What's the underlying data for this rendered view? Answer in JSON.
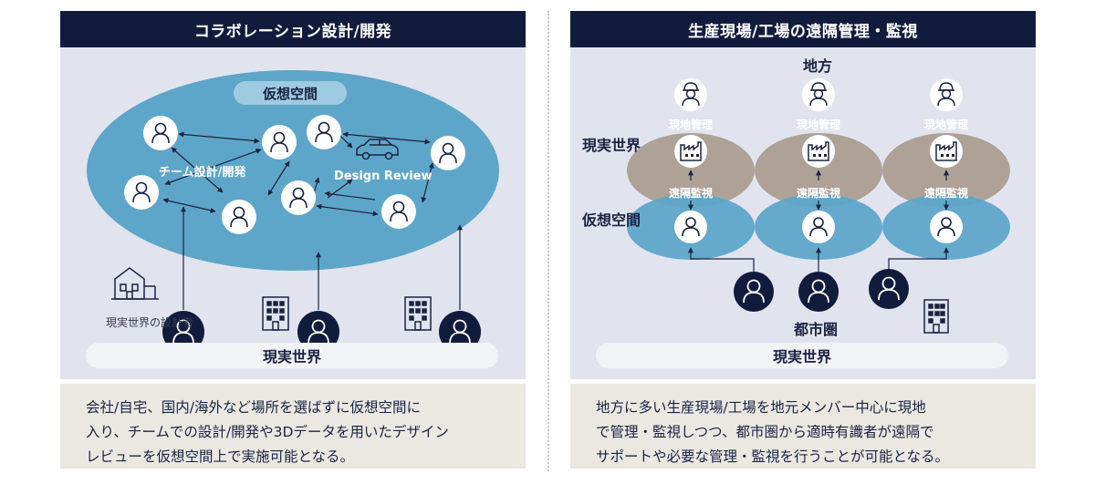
{
  "left": {
    "title": "コラボレーション設計/開発",
    "virtual_space": "仮想空間",
    "team_label": "チーム設計/開発",
    "review_label": "Design Review",
    "designer_label": "現実世界の設計者",
    "real_world": "現実世界",
    "caption": [
      "会社/自宅、国内/海外など場所を選ばずに仮想空間に",
      "入り、チームでの設計/開発や3Dデータを用いたデザイン",
      "レビューを仮想空間上で実施可能となる。"
    ]
  },
  "right": {
    "title": "生産現場/工場の遠隔管理・監視",
    "region_top": "地方",
    "real_world_side": "現実世界",
    "virtual_side": "仮想空間",
    "site_label": "現地管理",
    "remote_label": "遠隔監視",
    "region_bottom": "都市圏",
    "real_world": "現実世界",
    "caption": [
      "地方に多い生産現場/工場を地元メンバー中心に現地",
      "で管理・監視しつつ、都市圏から適時有識者が遠隔で",
      "サポートや必要な管理・監視を行うことが可能となる。"
    ]
  },
  "colors": {
    "navy": "#111c3d",
    "ellipse_blue": "#5ea6c9",
    "virtual_pill": "#9ecbe1",
    "real_ellipse": "#ab9d90",
    "diagram_bg": "#e1e4ef",
    "caption_bg": "#ebe8e2"
  },
  "icons": [
    "person-icon",
    "worker-icon",
    "factory-icon",
    "house-icon",
    "building-icon",
    "car-icon"
  ]
}
